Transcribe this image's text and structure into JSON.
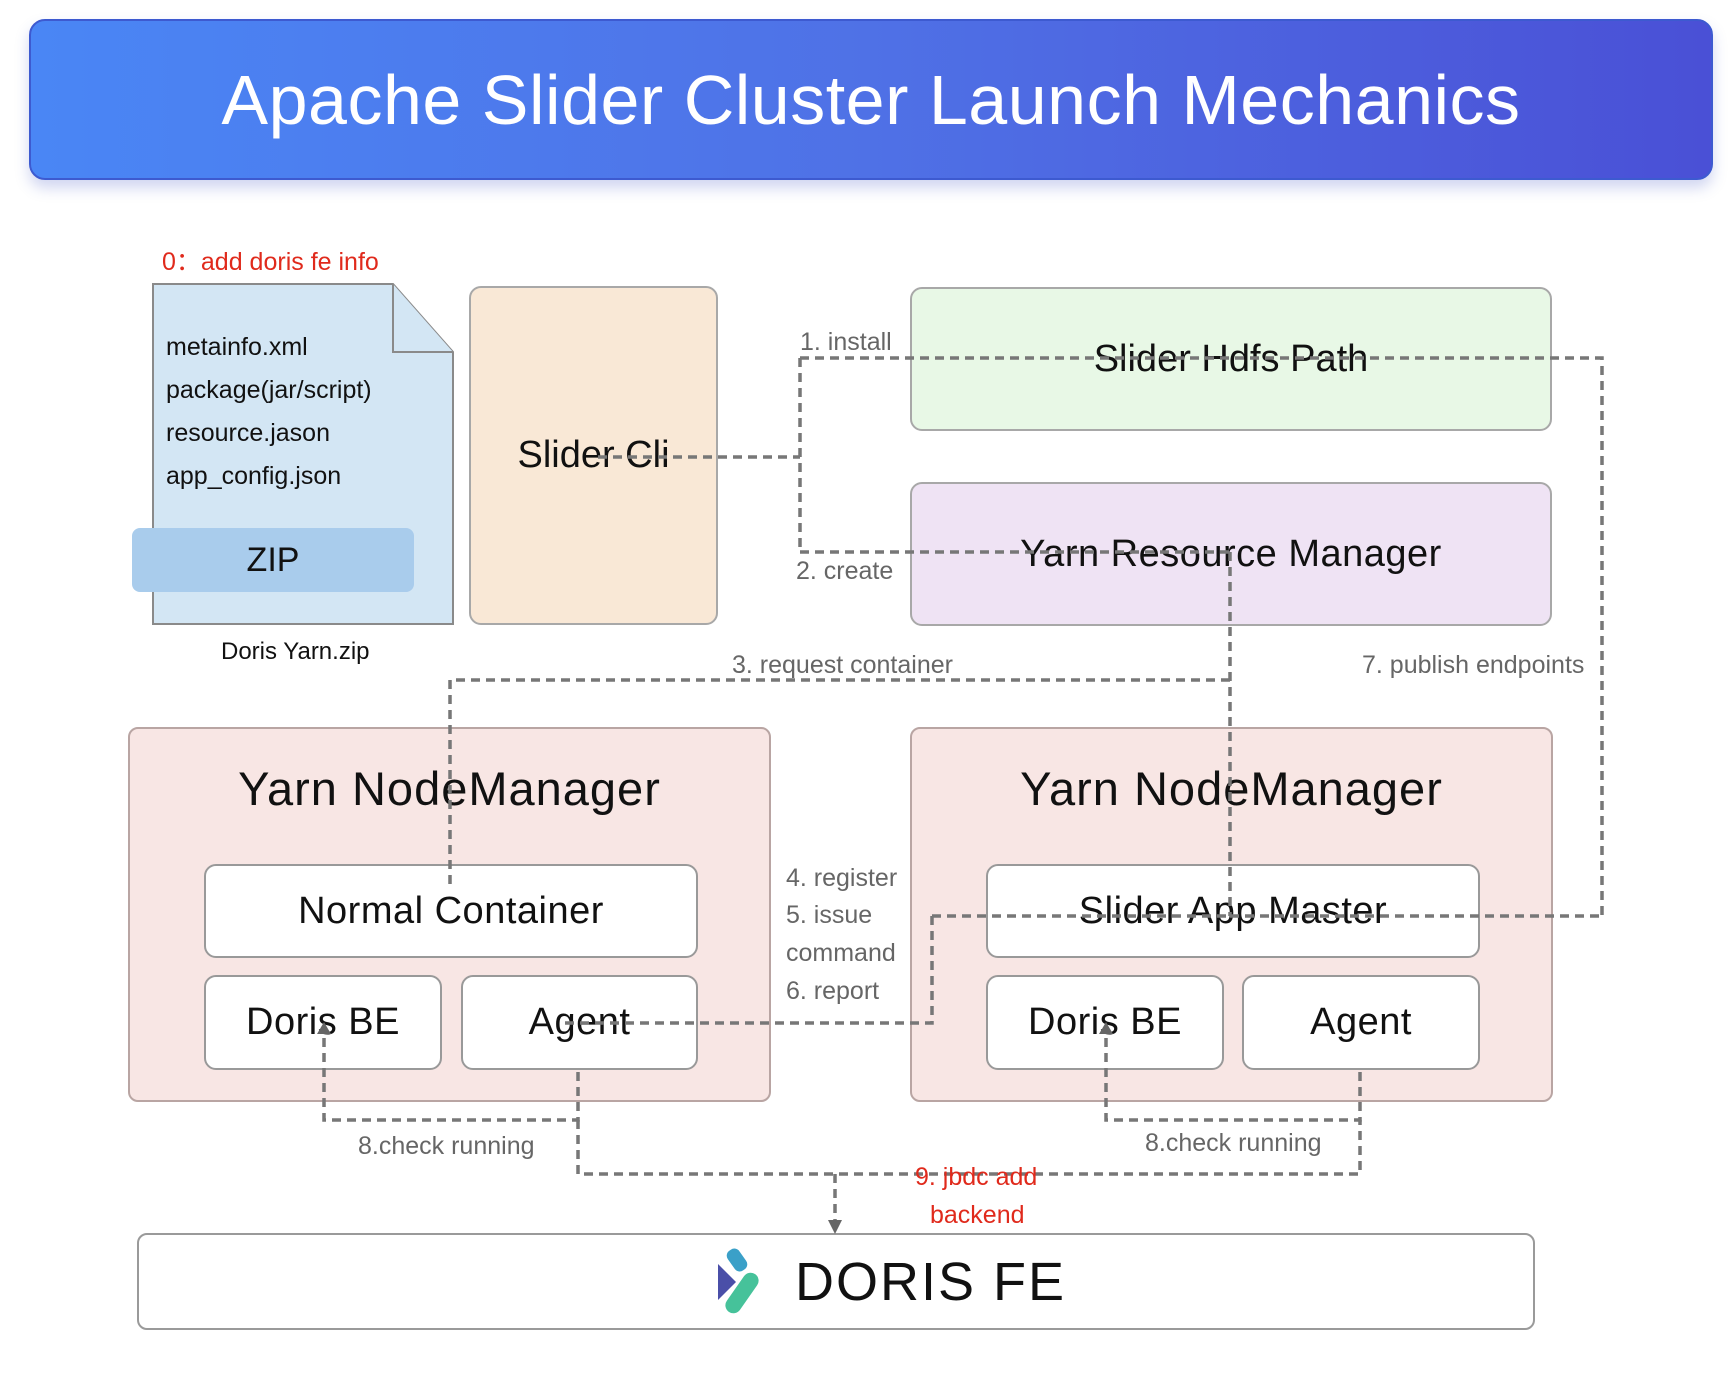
{
  "title": "Apache Slider Cluster Launch Mechanics",
  "package": {
    "note": "0：add doris fe info",
    "files": [
      "metainfo.xml",
      "package(jar/script)",
      "resource.jason",
      "app_config.json"
    ],
    "zip_label": "ZIP",
    "caption": "Doris Yarn.zip"
  },
  "components": {
    "slider_cli": "Slider Cli",
    "hdfs_path": "Slider Hdfs Path",
    "resource_manager": "Yarn Resource Manager",
    "nodemanager_left": "Yarn NodeManager",
    "nodemanager_right": "Yarn NodeManager",
    "normal_container": "Normal Container",
    "app_master": "Slider App Master",
    "doris_be_left": "Doris BE",
    "agent_left": "Agent",
    "doris_be_right": "Doris BE",
    "agent_right": "Agent",
    "doris_fe": "DORIS FE"
  },
  "steps": {
    "install": "1. install",
    "create": "2. create",
    "request_container": "3. request container",
    "register": "4. register",
    "issue": "5. issue",
    "command": "command",
    "report": "6. report",
    "publish": "7. publish endpoints",
    "check_left": "8.check running",
    "check_right": "8.check running",
    "jdbc_1": "9. jbdc add",
    "jdbc_2": "backend"
  },
  "colors": {
    "banner": "#4a6ee8",
    "hdfs": "#e8f8e6",
    "resource_manager": "#efe3f4",
    "slider_cli": "#f9e8d6",
    "package_doc": "#d3e6f4",
    "zip": "#a9ccec",
    "nodemanager": "#f8e6e4",
    "step_red": "#e02a1c"
  }
}
